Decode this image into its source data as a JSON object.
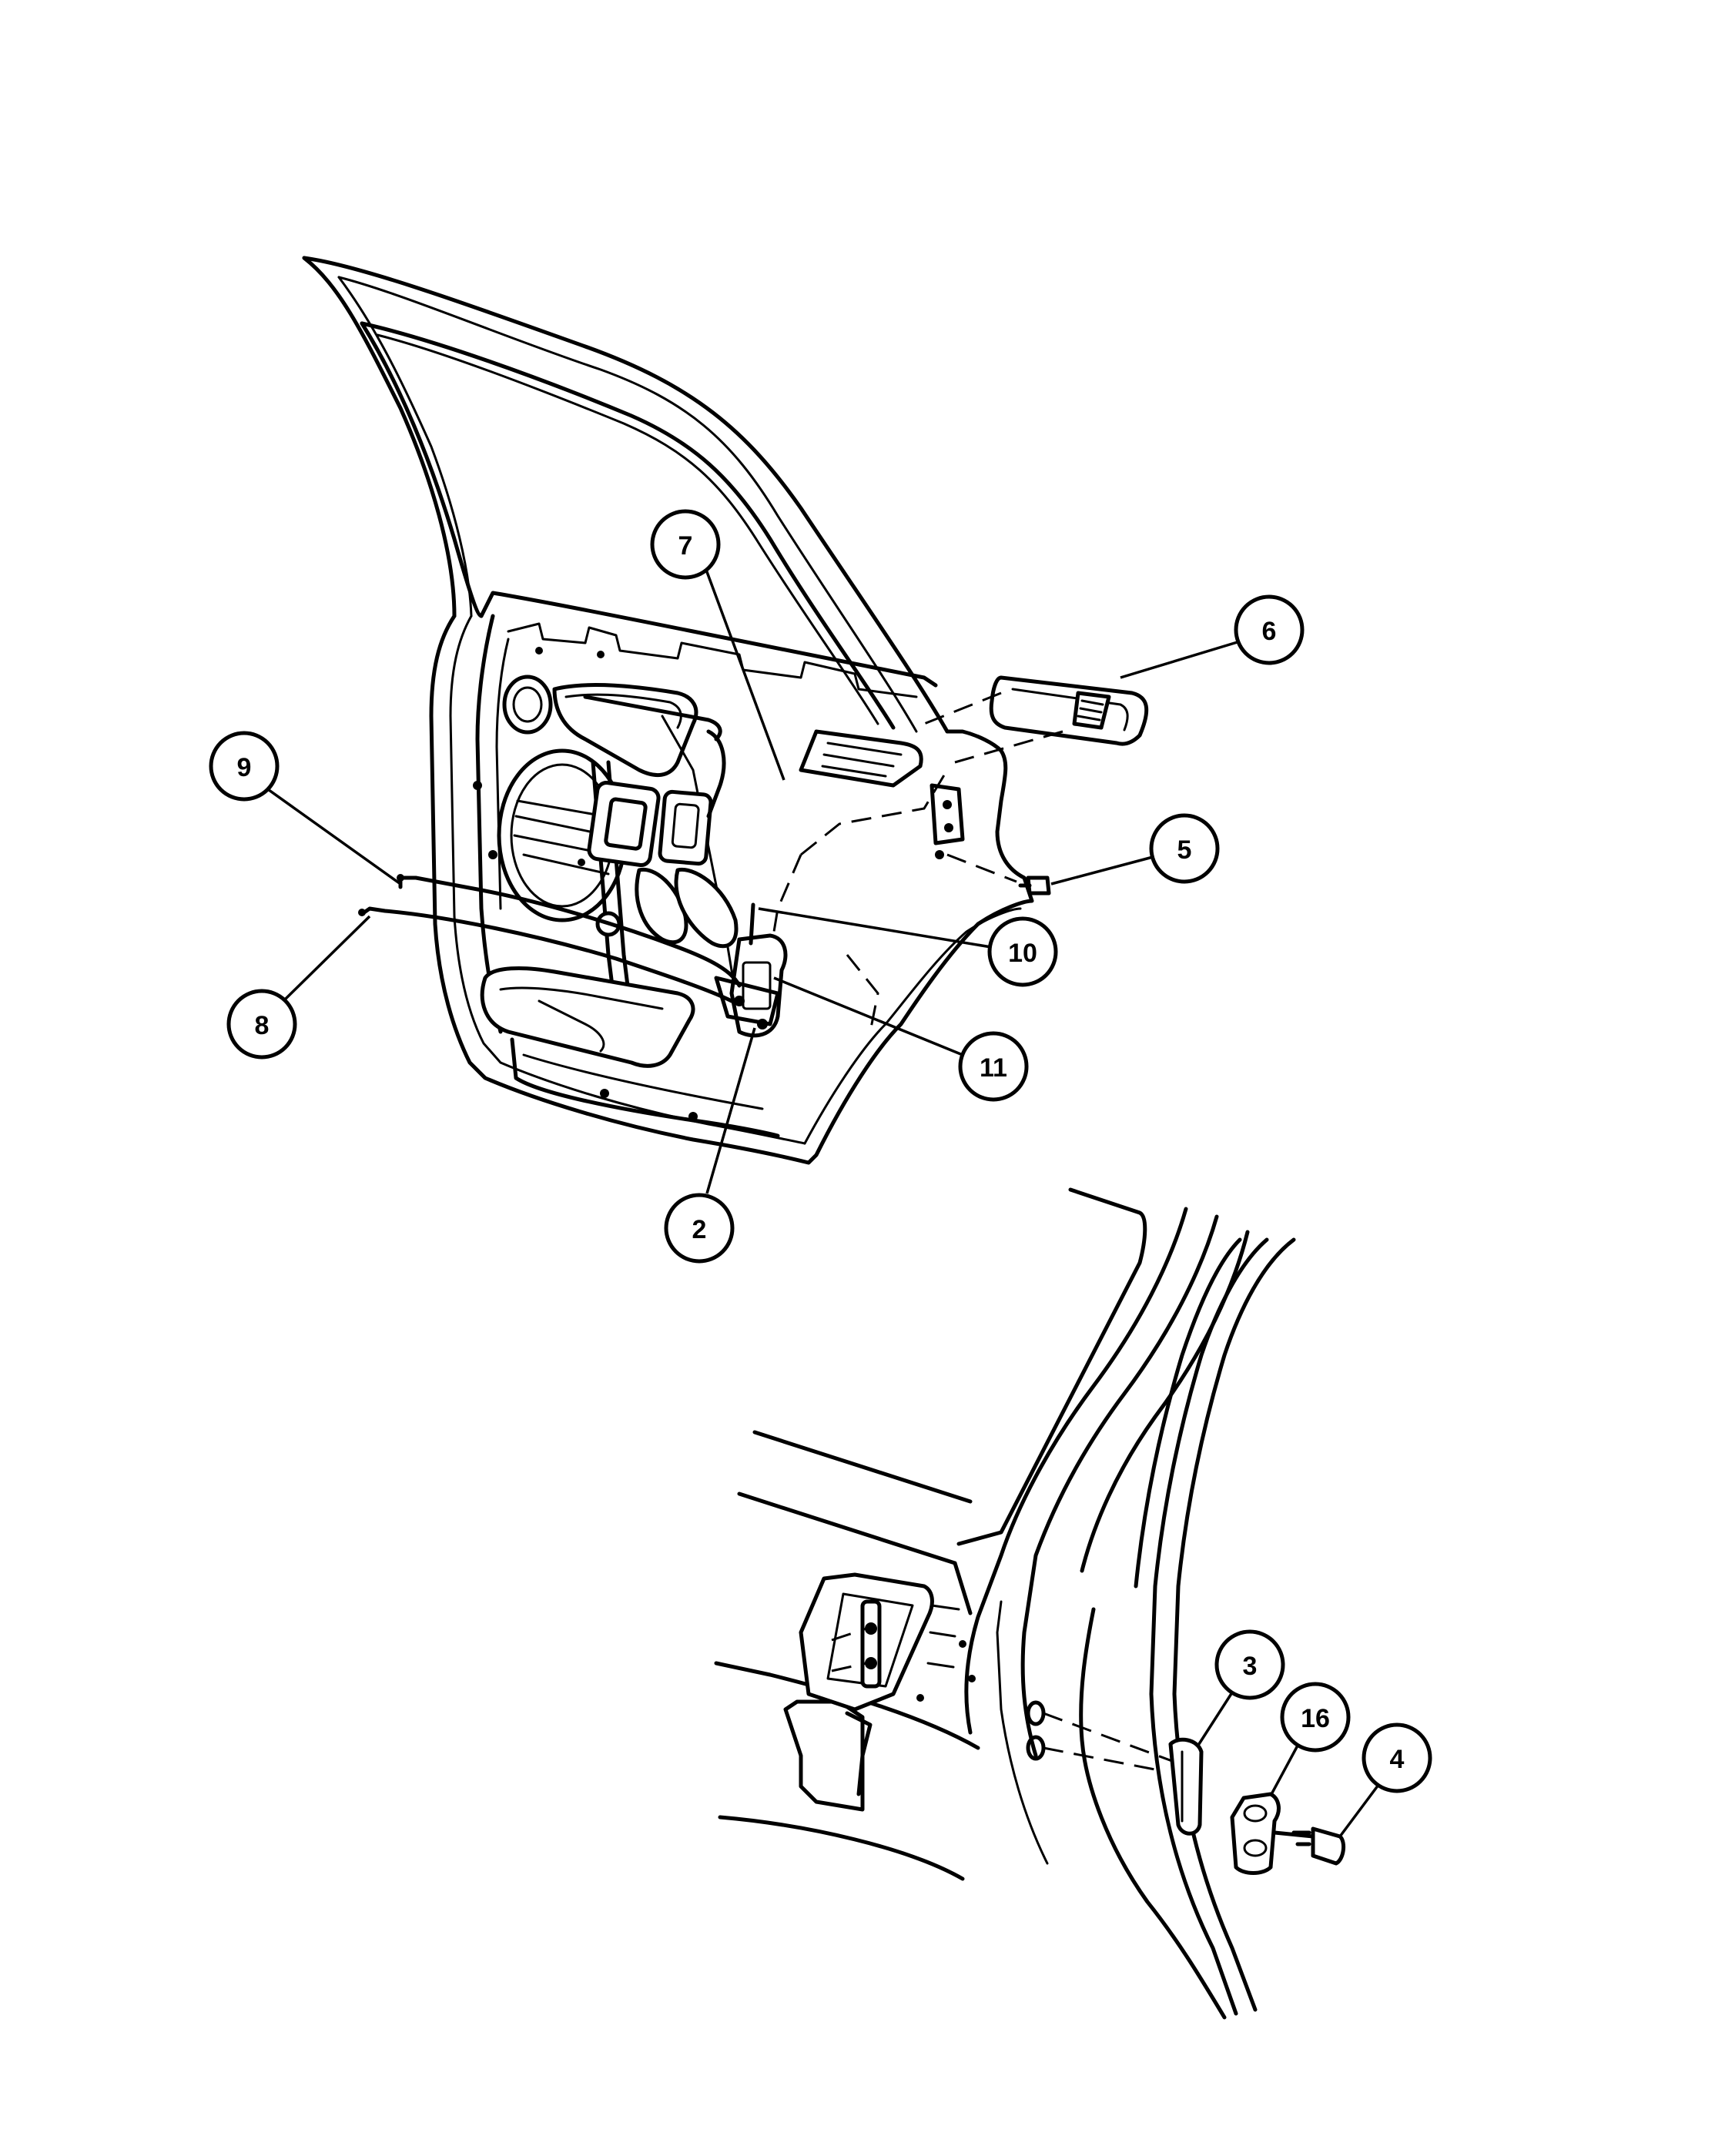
{
  "diagram": {
    "callouts": [
      {
        "id": "c7",
        "label": "7"
      },
      {
        "id": "c6",
        "label": "6"
      },
      {
        "id": "c9",
        "label": "9"
      },
      {
        "id": "c5",
        "label": "5"
      },
      {
        "id": "c10",
        "label": "10"
      },
      {
        "id": "c8",
        "label": "8"
      },
      {
        "id": "c11",
        "label": "11"
      },
      {
        "id": "c2",
        "label": "2"
      },
      {
        "id": "c3",
        "label": "3"
      },
      {
        "id": "c16",
        "label": "16"
      },
      {
        "id": "c4",
        "label": "4"
      }
    ]
  }
}
